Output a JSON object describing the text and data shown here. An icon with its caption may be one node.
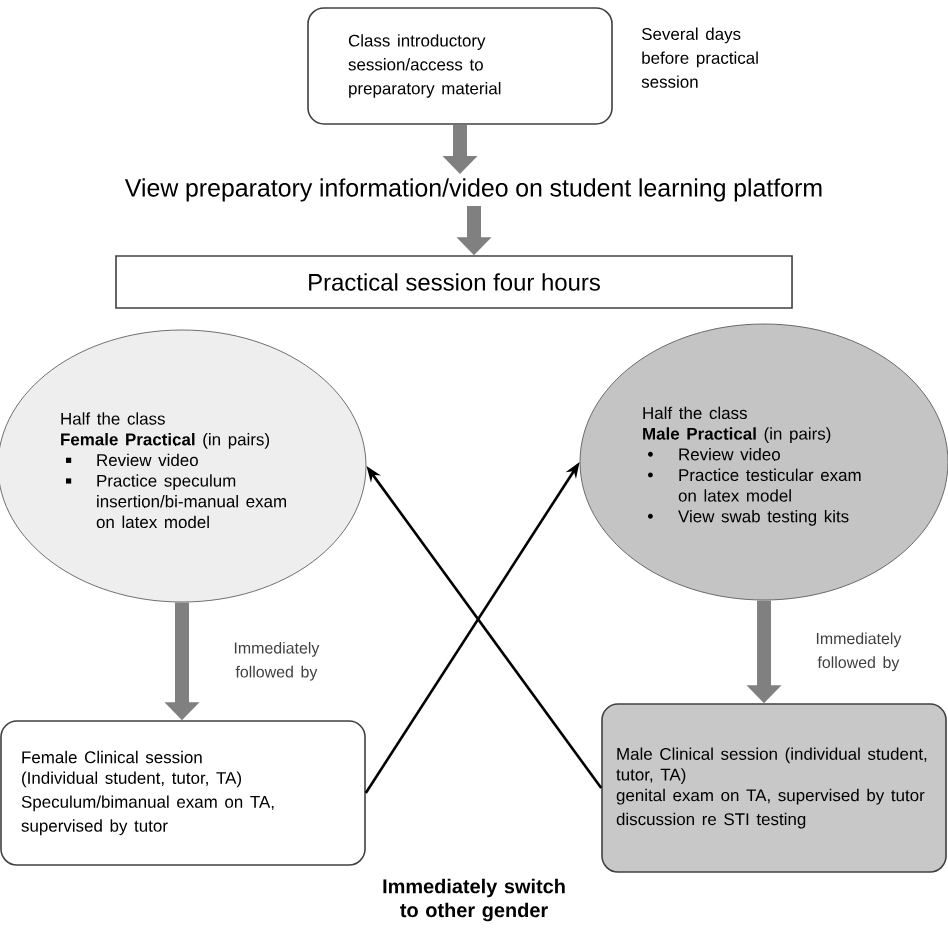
{
  "diagram": {
    "nodes": [
      {
        "text": [
          "Class introductory session/access to preparatory material"
        ],
        "beside": [
          "Several days before practical session"
        ]
      },
      {
        "text": [
          "View preparatory information/video on student learning platform"
        ]
      },
      {
        "text": [
          "Practical session four hours"
        ]
      },
      {
        "text": [
          "Half the class",
          "**Female Practical** (in pairs)",
          "Review video",
          "Practice speculum insertion/bi-manual exam on latex model"
        ]
      },
      {
        "text": [
          "Half the class",
          "**Male Practical** (in pairs)",
          "Review video",
          "Practice testicular exam on latex model",
          "View swab testing kits"
        ]
      },
      {
        "text": [
          "Female Clinical session",
          "(Individual student, tutor, TA)",
          "Speculum/bimanual exam on TA, supervised by tutor"
        ]
      },
      {
        "text": [
          "Male Clinical session (individual student, tutor, TA)",
          "genital exam on TA, supervised by tutor",
          "discussion re STI testing"
        ]
      }
    ],
    "edges": [
      {
        "from": 0,
        "to": 1,
        "arrow": "to"
      },
      {
        "from": 1,
        "to": 2,
        "arrow": "to"
      },
      {
        "from": 3,
        "to": 5,
        "arrow": "to",
        "label": "Immediately followed by"
      },
      {
        "from": 4,
        "to": 6,
        "arrow": "to",
        "label": "Immediately followed by"
      },
      {
        "from": 5,
        "to": 4,
        "arrow": "to",
        "color": "#000000"
      },
      {
        "from": 6,
        "to": 3,
        "arrow": "to",
        "color": "#000000"
      }
    ],
    "labels": [
      "Immediately switch to other gender"
    ]
  }
}
